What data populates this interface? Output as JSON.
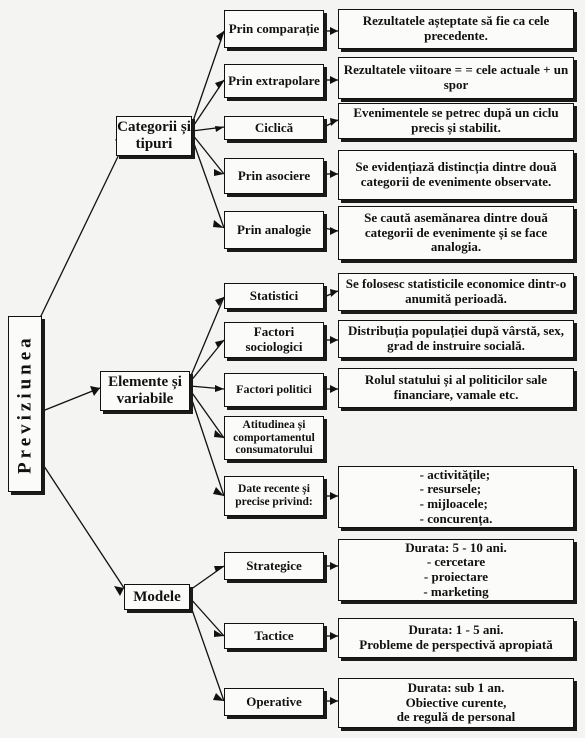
{
  "root": "Previziunea",
  "groups": {
    "categorii": "Categorii și tipuri",
    "elemente": "Elemente și variabile",
    "modele": "Modele"
  },
  "categorii": [
    {
      "name": "Prin comparație",
      "desc": "Rezultatele așteptate să fie ca cele precedente."
    },
    {
      "name": "Prin extrapolare",
      "desc": "Rezultatele viitoare = = cele actuale + un spor"
    },
    {
      "name": "Ciclică",
      "desc": "Evenimentele se petrec după un ciclu precis și stabilit."
    },
    {
      "name": "Prin asociere",
      "desc": "Se evidențiază distincția dintre două categorii de evenimente observate."
    },
    {
      "name": "Prin analogie",
      "desc": "Se caută asemănarea dintre două categorii de evenimente și se face analogia."
    }
  ],
  "elemente": [
    {
      "name": "Statistici",
      "desc": "Se folosesc statisticile economice dintr-o anumită perioadă."
    },
    {
      "name": "Factori sociologici",
      "desc": "Distribuția populației după vârstă, sex, grad de instruire socială."
    },
    {
      "name": "Factori politici",
      "desc": "Rolul statului și al politicilor sale financiare, vamale etc."
    },
    {
      "name": "Atitudinea și comportamentul consumatorului"
    },
    {
      "name": "Date recente și precise privind:",
      "items": [
        "- activitățile;",
        "- resursele;",
        "- mijloacele;",
        "- concurența."
      ]
    }
  ],
  "modele": [
    {
      "name": "Strategice",
      "duration": "Durata: 5 - 10 ani.",
      "items": [
        "- cercetare",
        "- proiectare",
        "- marketing"
      ]
    },
    {
      "name": "Tactice",
      "duration": "Durata: 1 - 5 ani.",
      "items": [
        "Probleme de perspectivă apropiată"
      ]
    },
    {
      "name": "Operative",
      "duration": "Durata: sub 1 an.",
      "items": [
        "Obiective curente,",
        "de regulă de personal"
      ]
    }
  ]
}
